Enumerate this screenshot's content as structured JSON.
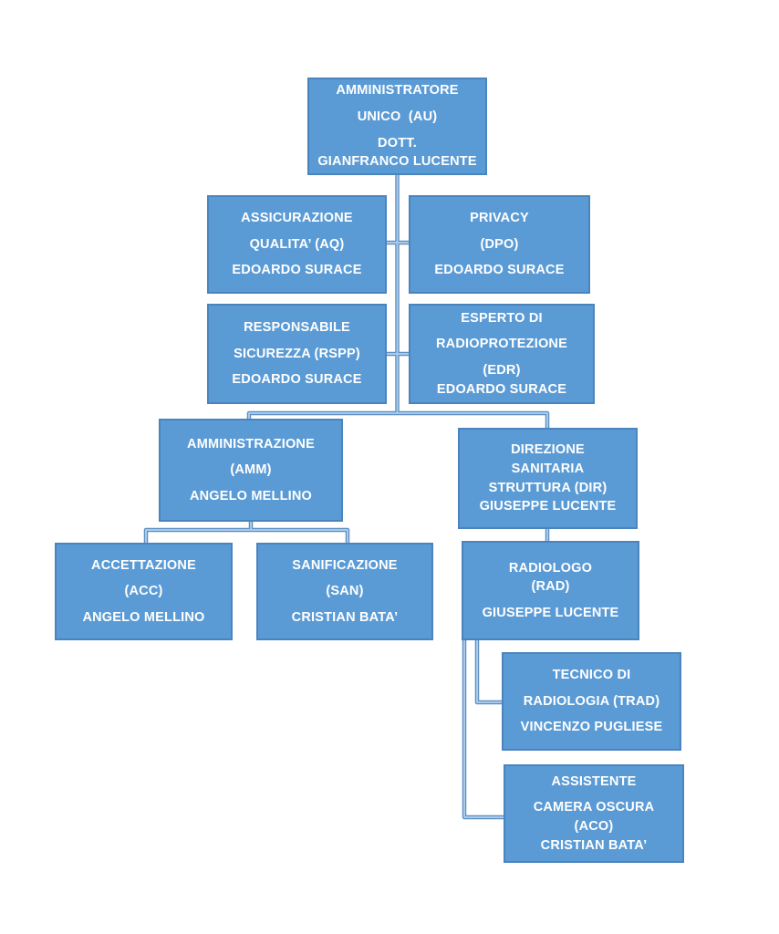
{
  "palette": {
    "box_fill": "#5b9bd5",
    "box_border": "#4a84bd",
    "connector_dark": "#5d8fc4",
    "connector_light": "#a9c9e8",
    "text_color": "#ffffff",
    "page_bg": "#ffffff"
  },
  "chart_title": "",
  "nodes": {
    "au": {
      "code": "AU",
      "lines": [
        "AMMINISTRATORE",
        "UNICO  (AU)",
        "DOTT.",
        "GIANFRANCO LUCENTE"
      ]
    },
    "aq": {
      "code": "AQ",
      "lines": [
        "ASSICURAZIONE",
        "QUALITA’ (AQ)",
        "EDOARDO SURACE"
      ]
    },
    "dpo": {
      "code": "DPO",
      "lines": [
        "PRIVACY",
        "(DPO)",
        "EDOARDO SURACE"
      ]
    },
    "rspp": {
      "code": "RSPP",
      "lines": [
        "RESPONSABILE",
        "SICUREZZA (RSPP)",
        "EDOARDO SURACE"
      ]
    },
    "edr": {
      "code": "EDR",
      "lines": [
        "ESPERTO DI",
        "RADIOPROTEZIONE",
        "(EDR)",
        "EDOARDO SURACE"
      ]
    },
    "amm": {
      "code": "AMM",
      "lines": [
        "AMMINISTRAZIONE",
        "(AMM)",
        "ANGELO MELLINO"
      ]
    },
    "dir": {
      "code": "DIR",
      "lines": [
        "DIREZIONE",
        "SANITARIA",
        "STRUTTURA (DIR)",
        "GIUSEPPE LUCENTE"
      ]
    },
    "acc": {
      "code": "ACC",
      "lines": [
        "ACCETTAZIONE",
        "(ACC)",
        "ANGELO MELLINO"
      ]
    },
    "san": {
      "code": "SAN",
      "lines": [
        "SANIFICAZIONE",
        "(SAN)",
        "CRISTIAN BATA’"
      ]
    },
    "rad": {
      "code": "RAD",
      "lines": [
        "RADIOLOGO",
        "(RAD)",
        "GIUSEPPE LUCENTE"
      ]
    },
    "trad": {
      "code": "TRAD",
      "lines": [
        "TECNICO DI",
        "RADIOLOGIA (TRAD)",
        "VINCENZO PUGLIESE"
      ]
    },
    "aco": {
      "code": "ACO",
      "lines": [
        "ASSISTENTE",
        "CAMERA OSCURA",
        "(ACO)",
        "CRISTIAN BATA’"
      ]
    }
  },
  "edges": [
    [
      "AU",
      "AQ"
    ],
    [
      "AU",
      "DPO"
    ],
    [
      "AU",
      "RSPP"
    ],
    [
      "AU",
      "EDR"
    ],
    [
      "AU",
      "AMM"
    ],
    [
      "AU",
      "DIR"
    ],
    [
      "AMM",
      "ACC"
    ],
    [
      "AMM",
      "SAN"
    ],
    [
      "DIR",
      "RAD"
    ],
    [
      "RAD",
      "TRAD"
    ],
    [
      "RAD",
      "ACO"
    ]
  ]
}
